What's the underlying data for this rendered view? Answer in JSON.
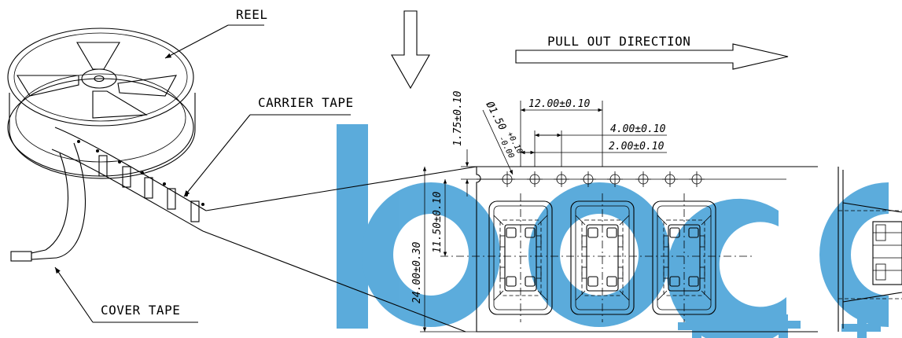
{
  "labels": {
    "reel": "REEL",
    "carrier_tape": "CARRIER TAPE",
    "cover_tape": "COVER TAPE",
    "pull_out_direction": "PULL OUT DIRECTION"
  },
  "dimensions": {
    "sprocket_pitch": "12.00±0.10",
    "pitch_4": "4.00±0.10",
    "pitch_2": "2.00±0.10",
    "hole_diameter": "Ø1.50",
    "hole_tol_plus": "+0.10",
    "hole_tol_minus": "-0.00",
    "edge_to_hole": "1.75±0.10",
    "hole_to_center": "11.50±0.10",
    "tape_width": "24.00±0.30"
  },
  "watermark": {
    "color": "#4aa3d8"
  }
}
